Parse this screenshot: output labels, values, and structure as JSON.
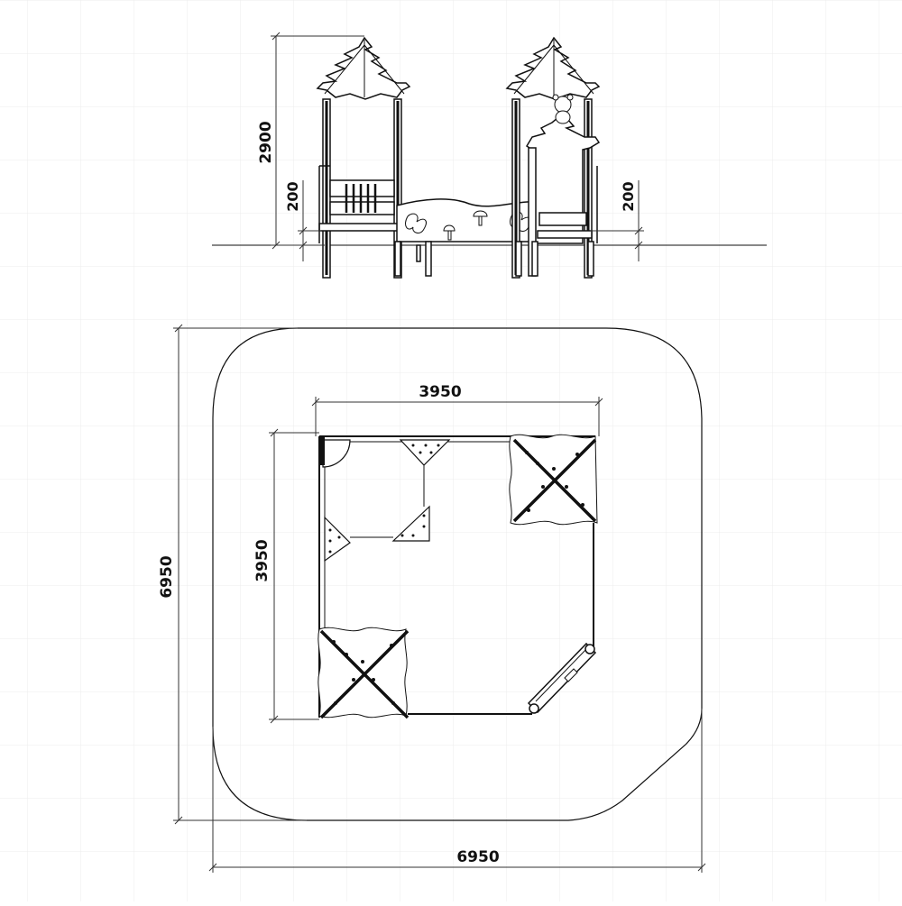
{
  "colors": {
    "line": "#111111",
    "grid": "#e6e6e6",
    "dim": "#333333",
    "post": "#222222"
  },
  "elevation": {
    "dims": {
      "total_height": "2900",
      "left_platform": "200",
      "right_platform": "200"
    }
  },
  "plan": {
    "dims": {
      "outer_width": "6950",
      "outer_height": "6950",
      "inner_width": "3950",
      "inner_height": "3950"
    }
  }
}
